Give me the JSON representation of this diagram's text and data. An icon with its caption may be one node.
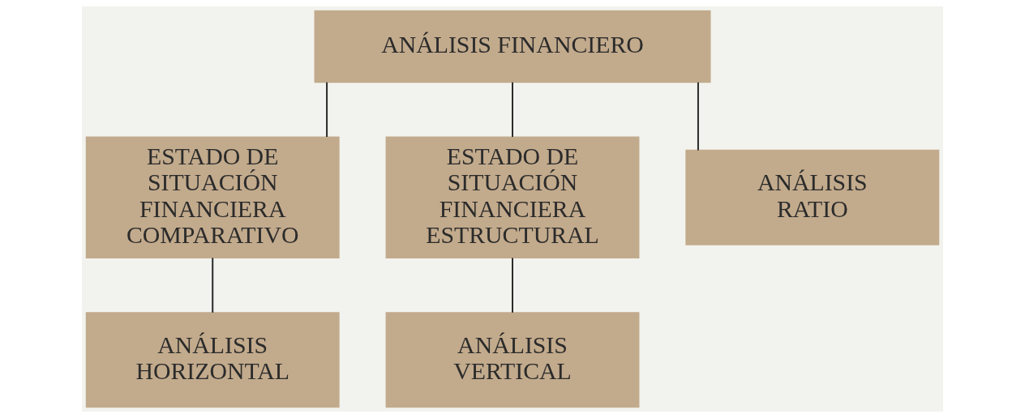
{
  "diagram": {
    "nodes": [
      {
        "text": [
          "ANÁLISIS FINANCIERO"
        ]
      },
      {
        "text": [
          "ESTADO DE SITUACIÓN FINANCIERA COMPARATIVO"
        ]
      },
      {
        "text": [
          "ESTADO DE SITUACIÓN FINANCIERA ESTRUCTURAL"
        ]
      },
      {
        "text": [
          "ANÁLISIS RATIO"
        ]
      },
      {
        "text": [
          "ANÁLISIS HORIZONTAL"
        ]
      },
      {
        "text": [
          "ANÁLISIS VERTICAL"
        ]
      }
    ],
    "edges": [
      {
        "from": 0,
        "to": 1,
        "arrow": "none"
      },
      {
        "from": 0,
        "to": 2,
        "arrow": "none"
      },
      {
        "from": 0,
        "to": 3,
        "arrow": "none"
      },
      {
        "from": 1,
        "to": 4,
        "arrow": "none"
      },
      {
        "from": 2,
        "to": 5,
        "arrow": "none"
      }
    ]
  }
}
